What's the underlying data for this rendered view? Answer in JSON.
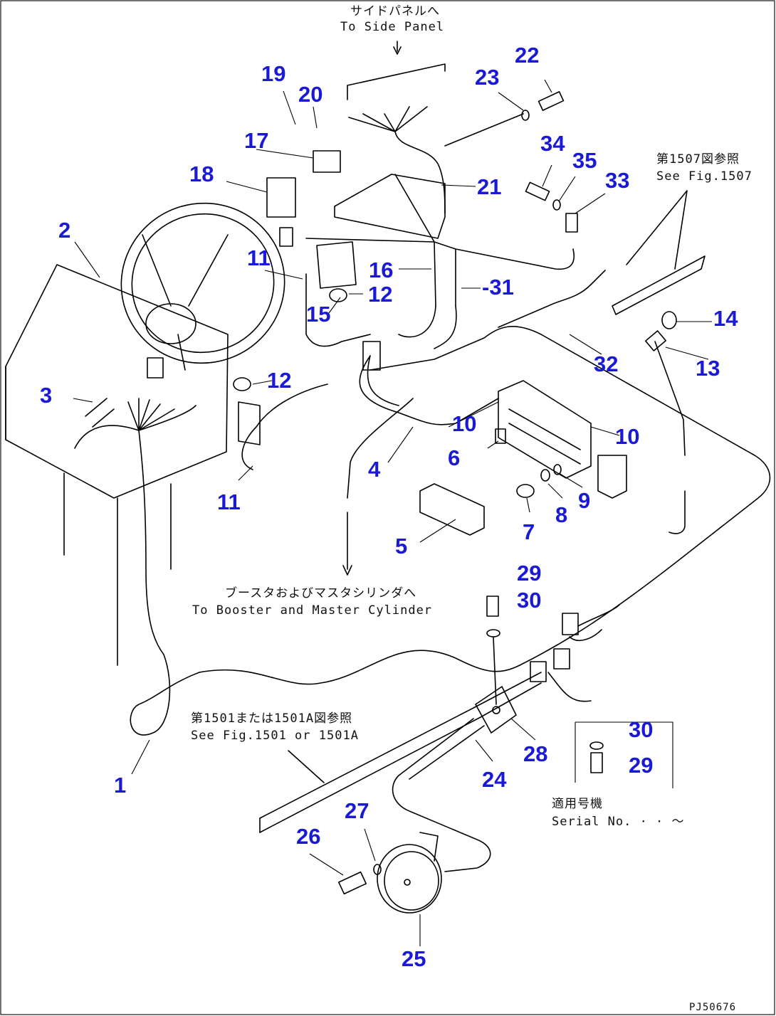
{
  "diagram_id": "PJ50676",
  "notes": {
    "side_panel_jp": "サイドパネルへ",
    "side_panel_en": "To Side Panel",
    "fig1507_jp": "第1507図参照",
    "fig1507_en": "See Fig.1507",
    "booster_jp": "ブースタおよびマスタシリンダへ",
    "booster_en": "To Booster and Master Cylinder",
    "fig1501_jp": "第1501または1501A図参照",
    "fig1501_en": "See Fig.1501 or 1501A",
    "serial_jp": "適用号機",
    "serial_en": "Serial No.  · · ～"
  },
  "callouts": [
    {
      "id": "c1",
      "label": "1"
    },
    {
      "id": "c2",
      "label": "2"
    },
    {
      "id": "c3",
      "label": "3"
    },
    {
      "id": "c4",
      "label": "4"
    },
    {
      "id": "c5",
      "label": "5"
    },
    {
      "id": "c6",
      "label": "6"
    },
    {
      "id": "c7",
      "label": "7"
    },
    {
      "id": "c8",
      "label": "8"
    },
    {
      "id": "c9",
      "label": "9"
    },
    {
      "id": "c10a",
      "label": "10"
    },
    {
      "id": "c10b",
      "label": "10"
    },
    {
      "id": "c11a",
      "label": "11"
    },
    {
      "id": "c11b",
      "label": "11"
    },
    {
      "id": "c12a",
      "label": "12"
    },
    {
      "id": "c12b",
      "label": "12"
    },
    {
      "id": "c13",
      "label": "13"
    },
    {
      "id": "c14",
      "label": "14"
    },
    {
      "id": "c15",
      "label": "15"
    },
    {
      "id": "c16",
      "label": "16"
    },
    {
      "id": "c17",
      "label": "17"
    },
    {
      "id": "c18",
      "label": "18"
    },
    {
      "id": "c19",
      "label": "19"
    },
    {
      "id": "c20",
      "label": "20"
    },
    {
      "id": "c21",
      "label": "21"
    },
    {
      "id": "c22",
      "label": "22"
    },
    {
      "id": "c23",
      "label": "23"
    },
    {
      "id": "c24",
      "label": "24"
    },
    {
      "id": "c25",
      "label": "25"
    },
    {
      "id": "c26",
      "label": "26"
    },
    {
      "id": "c27",
      "label": "27"
    },
    {
      "id": "c28",
      "label": "28"
    },
    {
      "id": "c29a",
      "label": "29"
    },
    {
      "id": "c29b",
      "label": "29"
    },
    {
      "id": "c30a",
      "label": "30"
    },
    {
      "id": "c30b",
      "label": "30"
    },
    {
      "id": "c31",
      "label": "-31"
    },
    {
      "id": "c32",
      "label": "32"
    },
    {
      "id": "c33",
      "label": "33"
    },
    {
      "id": "c34",
      "label": "34"
    },
    {
      "id": "c35",
      "label": "35"
    }
  ],
  "colors": {
    "callout": "#1a1ad6",
    "line": "#000000"
  }
}
